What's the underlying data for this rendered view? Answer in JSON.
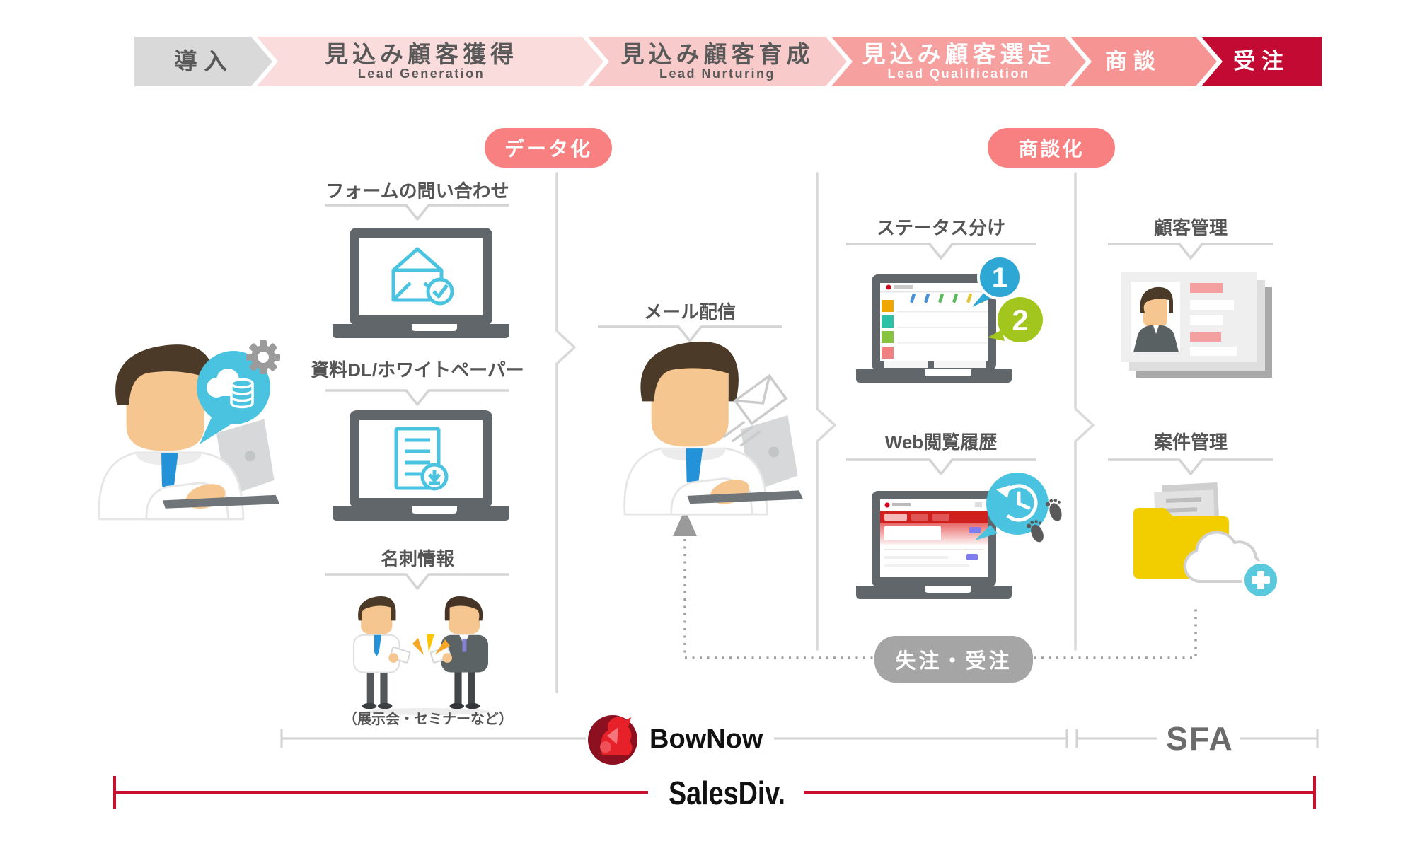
{
  "funnel": {
    "stages": [
      {
        "label": "導入",
        "sublabel": "",
        "bg": "#d9d9d9"
      },
      {
        "label": "見込み顧客獲得",
        "sublabel": "Lead Generation",
        "bg": "#fadcdc"
      },
      {
        "label": "見込み顧客育成",
        "sublabel": "Lead Nurturing",
        "bg": "#f8caca"
      },
      {
        "label": "見込み顧客選定",
        "sublabel": "Lead Qualification",
        "bg": "#f6a0a0"
      },
      {
        "label": "商談",
        "sublabel": "",
        "bg": "#f69494"
      },
      {
        "label": "受注",
        "sublabel": "",
        "bg": "#c30a32"
      }
    ]
  },
  "badges": {
    "data": "データ化",
    "meeting": "商談化",
    "lost_won": "失注・受注"
  },
  "labels": {
    "form_inquiry": "フォームの問い合わせ",
    "doc_download": "資料DL/ホワイトペーパー",
    "business_card": "名刺情報",
    "business_card_note": "（展示会・セミナーなど）",
    "mail_delivery": "メール配信",
    "status_sorting": "ステータス分け",
    "web_history": "Web閲覧履歴",
    "customer_mgmt": "顧客管理",
    "deal_mgmt": "案件管理"
  },
  "callouts": {
    "bubble_one": "1",
    "bubble_two": "2"
  },
  "footer": {
    "bownow": "BowNow",
    "sfa": "SFA",
    "salesdiv": "SalesDiv."
  },
  "colors": {
    "accent_pink": "#f88080",
    "accent_cyan": "#4ac3e0",
    "accent_red": "#c8102e",
    "stage_deep_red": "#c30a32",
    "bubble_blue": "#2fa7d4",
    "bubble_green": "#a3c61e",
    "badge_gray": "#a5a5a5",
    "folder_yellow": "#f2ce00",
    "tie_blue": "#2492d8",
    "line_gray": "#d2d2d2",
    "text_gray": "#595959"
  }
}
